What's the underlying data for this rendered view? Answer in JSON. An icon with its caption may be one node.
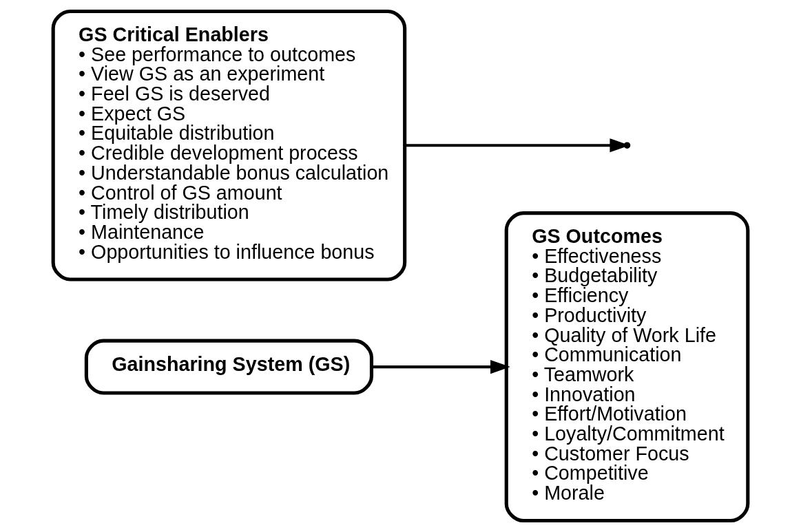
{
  "diagram": {
    "nodes": [
      {
        "text": [
          "Gainsharing System (GS)"
        ]
      },
      {
        "text": [
          "GS Critical Enablers",
          "• See performance to outcomes",
          "• View GS as an experiment",
          "• Feel GS is deserved",
          "• Expect GS",
          "• Equitable distribution",
          "• Credible development process",
          "• Understandable bonus calculation",
          "• Control of GS amount",
          "• Timely distribution",
          "• Maintenance",
          "• Opportunities to influence bonus"
        ]
      },
      {
        "text": [
          "GS Outcomes",
          "• Effectiveness",
          "• Budgetability",
          "• Efficiency",
          "• Productivity",
          "• Quality of Work Life",
          "• Communication",
          "• Teamwork",
          "• Innovation",
          "• Effort/Motivation",
          "• Loyalty/Commitment",
          "• Customer Focus",
          "• Competitive",
          "• Morale"
        ]
      }
    ],
    "edges": [
      {
        "from": 0,
        "to": 2,
        "arrow": "to"
      },
      {
        "from": 1,
        "to": null,
        "arrow": "to"
      }
    ]
  }
}
